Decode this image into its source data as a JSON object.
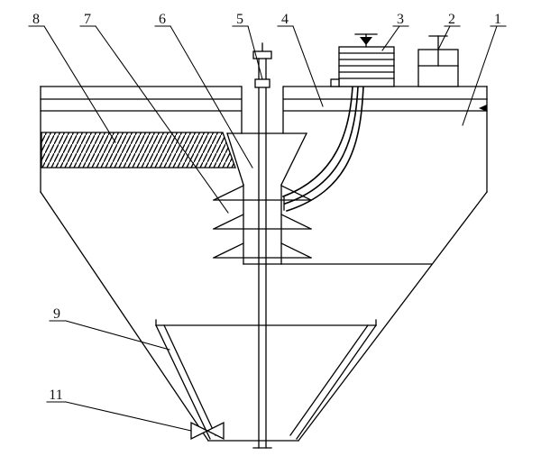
{
  "diagram": {
    "background_color": "#ffffff",
    "line_color": "#000000",
    "callouts": {
      "c1": "1",
      "c2": "2",
      "c3": "3",
      "c4": "4",
      "c5": "5",
      "c6": "6",
      "c7": "7",
      "c8": "8",
      "c9": "9",
      "c11": "11"
    }
  }
}
